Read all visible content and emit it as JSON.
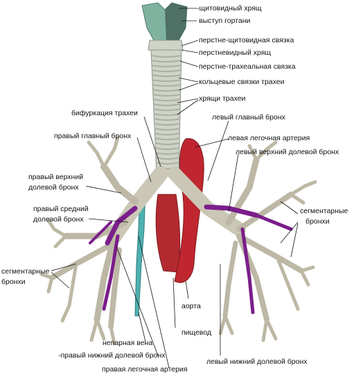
{
  "labels": {
    "thyroid_cartilage": "-щитовидный хрящ",
    "laryngeal_prominence": "выступ гортани",
    "cricothyroid_ligament": "перстне-щитовидная связка",
    "cricoid_cartilage": "перстневидный хрящ",
    "cricotracheal_ligament": "перстне-трахеальная связка",
    "annular_ligaments": "кольцевые связки трахеи",
    "tracheal_cartilages": "хрящи трахеи",
    "tracheal_bifurcation": "бифуркация трахеи",
    "left_main_bronchus": "левый главный бронх",
    "right_main_bronchus": "правый главный бронх",
    "left_pulmonary_artery": "левая легочная артерия",
    "left_upper_lobar_bronchus": "левый верхний долевой бронх",
    "right_upper_lobar_bronchus_1": "правый верхний",
    "right_upper_lobar_bronchus_2": "долевой бронх",
    "right_middle_lobar_bronchus_1": "правый средний",
    "right_middle_lobar_bronchus_2": "долевой бронх",
    "segmental_bronchi_right_1": "сегментарные",
    "segmental_bronchi_right_2": "бронхи",
    "segmental_bronchi_left_1": "сегментарные",
    "segmental_bronchi_left_2": "бронхи",
    "aorta": "аорта",
    "esophagus": "пищевод",
    "azygos_vein": "непарная вена",
    "right_lower_lobar_bronchus": "-правый нижний долевой бронх",
    "left_lower_lobar_bronchus": "левый нижний долевой бронх",
    "right_pulmonary_artery": "правая легочная артерия"
  },
  "colors": {
    "cartilage": "#cfd3c8",
    "ring_shadow": "#a9b0a2",
    "thyroid": "#7fb3a0",
    "bronchus_fill": "#cbc7b6",
    "artery_purple": "#7a1e8a",
    "aorta_red": "#c0262f",
    "esophagus_red": "#b22a30",
    "vein_teal": "#4fb0b0"
  }
}
